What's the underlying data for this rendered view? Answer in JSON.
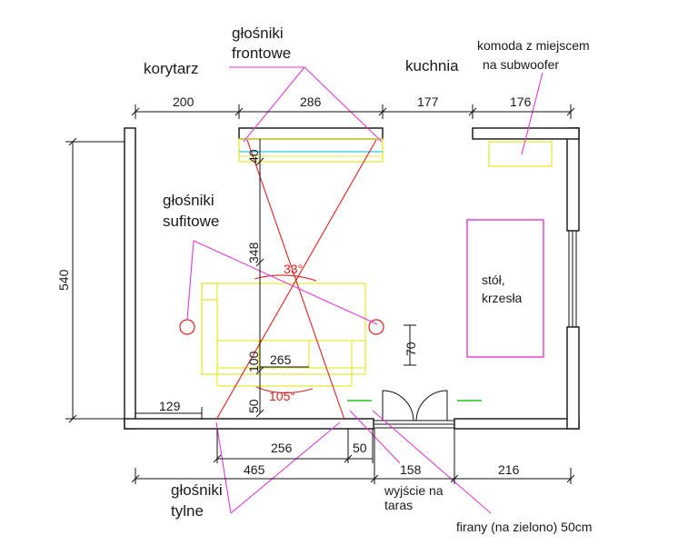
{
  "labels": {
    "korytarz": "korytarz",
    "front_speakers": [
      "głośniki",
      "frontowe"
    ],
    "kitchen": "kuchnia",
    "dresser": [
      "komoda z miejscem",
      "na subwoofer"
    ],
    "ceiling_speakers": [
      "głośniki",
      "sufitowe"
    ],
    "table": [
      "stół,",
      "krzesła"
    ],
    "rear_speakers": [
      "głośniki",
      "tylne"
    ],
    "exit": [
      "wyjście na",
      "taras"
    ],
    "curtains": "firany (na zielono) 50cm"
  },
  "dimensions": {
    "top": [
      "200",
      "286",
      "177",
      "176"
    ],
    "left_height": "540",
    "inner_129": "129",
    "tv_40": "40",
    "d_348": "348",
    "d_100": "100",
    "d_265": "265",
    "d_50_left": "50",
    "d_70": "70",
    "d_256": "256",
    "d_50_bottom": "50",
    "bottom": [
      "465",
      "158",
      "216"
    ]
  },
  "angles": {
    "top": "33°",
    "bottom": "105°"
  },
  "colors": {
    "wall": "#111111",
    "pink": "#e23ad6",
    "yellow": "#e8e830",
    "red": "#e02020",
    "green": "#22c022",
    "cyan": "#30c8f0"
  }
}
